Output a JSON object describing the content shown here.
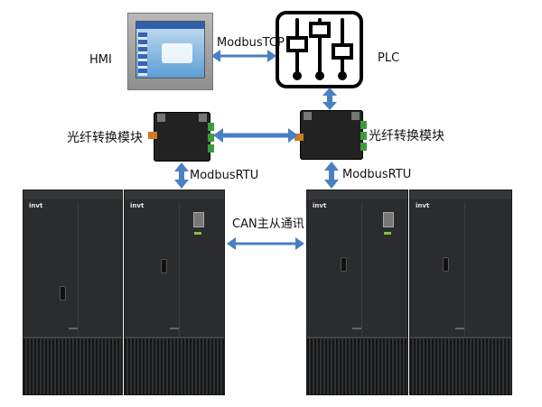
{
  "labels": {
    "hmi": "HMI",
    "plc": "PLC",
    "modbus_tcp": "ModbusTCP",
    "fiber_module_left": "光纤转换模块",
    "fiber_module_right": "光纤转换模块",
    "modbus_rtu_left": "ModbusRTU",
    "modbus_rtu_right": "ModbusRTU",
    "can_master": "CAN主从通讯"
  },
  "inverter_brand": "invt",
  "colors": {
    "arrow": "#4a7fc3",
    "inverter_body": "#2a2c2d",
    "plc_border": "#000000"
  }
}
